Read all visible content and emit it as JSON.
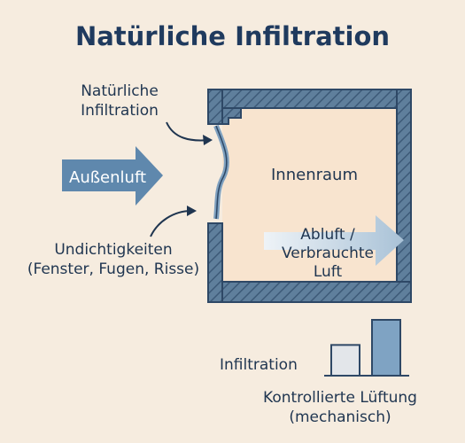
{
  "title": "Natürliche Infiltration",
  "labels": {
    "natural_infiltration": [
      "Natürliche",
      "Infiltration"
    ],
    "leaks": [
      "Undichtigkeiten",
      "(Fenster, Fugen, Risse)"
    ],
    "outside_air": "Außenluft",
    "interior": "Innenraum",
    "exhaust": [
      "Abluft /",
      "Verbrauchte",
      "Luft"
    ]
  },
  "comparison": {
    "infiltration_label": "Infiltration",
    "controlled_label": [
      "Kontrollierte Lüftung",
      "(mechanisch)"
    ],
    "bars": [
      {
        "name": "Infiltration",
        "relative_value": 0.55,
        "color": "#e3e6ea"
      },
      {
        "name": "Kontrollierte Lüftung",
        "relative_value": 1.0,
        "color": "#7fa3c3"
      }
    ]
  },
  "colors": {
    "wall": "#5f7f9c",
    "wall_hatch": "#3d5a78",
    "room": "#f8e4cf",
    "arrow_in": "#5f88ad",
    "arrow_out": "#b4cbdd",
    "text": "#1f3550"
  }
}
